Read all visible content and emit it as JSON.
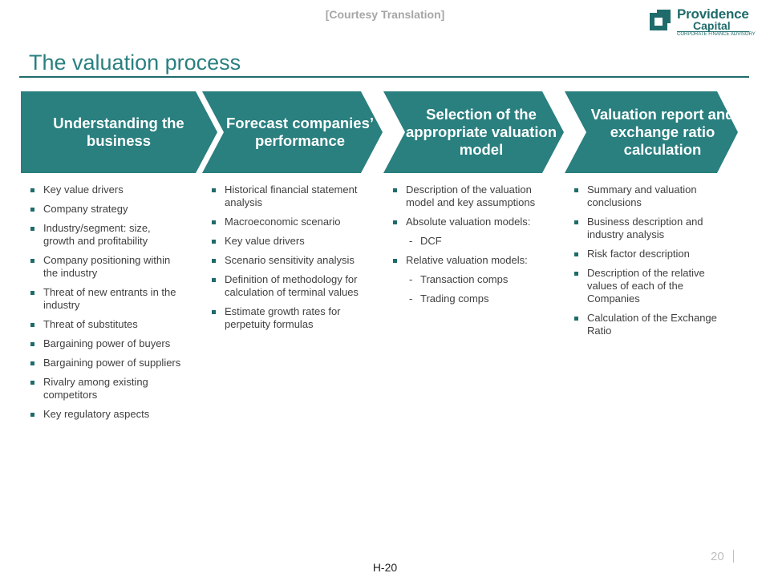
{
  "courtesy": "[Courtesy Translation]",
  "logo": {
    "name_line1": "Providence",
    "name_line2": "Capital",
    "tagline": "CORPORATE FINANCE ADVISORY"
  },
  "title": "The valuation process",
  "colors": {
    "teal": "#2a7f7f",
    "dark_teal": "#1f6b6b"
  },
  "steps": [
    {
      "label": "Understanding the business",
      "items": [
        {
          "type": "bullet",
          "text": "Key value drivers"
        },
        {
          "type": "bullet",
          "text": "Company strategy"
        },
        {
          "type": "bullet",
          "text": "Industry/segment: size, growth and profitability"
        },
        {
          "type": "bullet",
          "text": "Company positioning within the industry"
        },
        {
          "type": "bullet",
          "text": "Threat of new entrants in the industry"
        },
        {
          "type": "bullet",
          "text": "Threat of substitutes"
        },
        {
          "type": "bullet",
          "text": "Bargaining power of buyers"
        },
        {
          "type": "bullet",
          "text": "Bargaining power of suppliers"
        },
        {
          "type": "bullet",
          "text": "Rivalry among existing competitors"
        },
        {
          "type": "bullet",
          "text": "Key regulatory aspects"
        }
      ]
    },
    {
      "label": "Forecast companies’ performance",
      "items": [
        {
          "type": "bullet",
          "text": "Historical financial statement analysis"
        },
        {
          "type": "bullet",
          "text": "Macroeconomic scenario"
        },
        {
          "type": "bullet",
          "text": "Key value drivers"
        },
        {
          "type": "bullet",
          "text": "Scenario sensitivity analysis"
        },
        {
          "type": "bullet",
          "text": "Definition of methodology for calculation of terminal values"
        },
        {
          "type": "bullet",
          "text": "Estimate growth rates for perpetuity formulas"
        }
      ]
    },
    {
      "label": "Selection of the appropriate valuation model",
      "items": [
        {
          "type": "bullet",
          "text": "Description of the valuation model and key assumptions"
        },
        {
          "type": "bullet",
          "text": "Absolute  valuation models:"
        },
        {
          "type": "dash",
          "text": "DCF"
        },
        {
          "type": "bullet",
          "text": "Relative valuation models:"
        },
        {
          "type": "dash",
          "text": "Transaction comps"
        },
        {
          "type": "dash",
          "text": "Trading comps"
        }
      ]
    },
    {
      "label": "Valuation report and exchange ratio calculation",
      "items": [
        {
          "type": "bullet",
          "text": "Summary and valuation conclusions"
        },
        {
          "type": "bullet",
          "text": "Business description and industry analysis"
        },
        {
          "type": "bullet",
          "text": "Risk factor description"
        },
        {
          "type": "bullet",
          "text": "Description of the relative values of each of the Companies"
        },
        {
          "type": "bullet",
          "text": "Calculation of the Exchange Ratio"
        }
      ]
    }
  ],
  "page_number": "20",
  "footer": "H-20"
}
